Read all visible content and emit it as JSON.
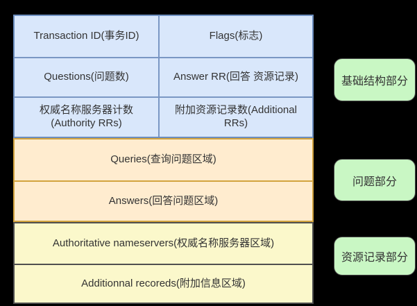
{
  "title": "DNS message structure diagram",
  "colors": {
    "background": "#000000",
    "header_fill": "#d9e7fb",
    "header_stroke": "#6c8ebf",
    "question_fill": "#ffeccf",
    "question_stroke": "#d2a33e",
    "record_fill": "#fbf8cb",
    "record_stroke": "#4f4f4f",
    "label_fill": "#c9f7c4",
    "text": "#333333"
  },
  "header_table": {
    "rows": [
      {
        "cells": [
          "Transaction ID(事务ID)",
          "Flags(标志)"
        ]
      },
      {
        "cells": [
          "Questions(问题数)",
          "Answer RR(回答 资源记录)"
        ]
      },
      {
        "cells": [
          "权威名称服务器计数 (Authority RRs)",
          "附加资源记录数(Additional RRs)"
        ]
      }
    ]
  },
  "question_section": {
    "rows": [
      "Queries(查询问题区域)",
      "Answers(回答问题区域)"
    ]
  },
  "record_section": {
    "rows": [
      "Authoritative nameservers(权威名称服务器区域)",
      "Additionnal recoreds(附加信息区域)"
    ]
  },
  "side_labels": [
    {
      "label": "基础结构部分"
    },
    {
      "label": "问题部分"
    },
    {
      "label": "资源记录部分"
    }
  ]
}
